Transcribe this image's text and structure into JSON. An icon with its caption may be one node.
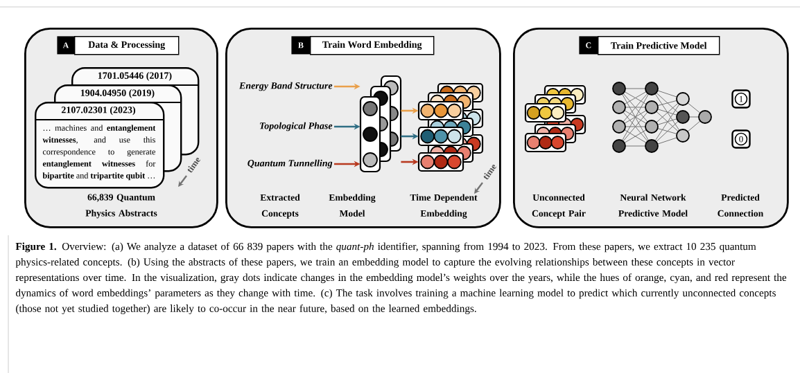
{
  "diagram": {
    "caption": "**Figure 1.** Overview: (a) We analyze a dataset of 66 839 papers with the *quant-ph* identifier, spanning from 1994 to 2023. From these papers, we extract 10 235 quantum physics-related concepts. (b) Using the abstracts of these papers, we train an embedding model to capture the evolving relationships between these concepts in vector representations over time. In the visualization, gray dots indicate changes in the embedding model’s weights over the years, while the hues of orange, cyan, and red represent the dynamics of word embeddings’ parameters as they change with time. (c) The task involves training a machine learning model to predict which currently unconnected concepts (those not yet studied together) are likely to co-occur in the near future, based on the learned embeddings.",
    "nodes": [
      {
        "text": [
          "A",
          "Data & Processing"
        ]
      },
      {
        "text": [
          "1701.05446 (2017)"
        ],
        "in": 0
      },
      {
        "text": [
          "1904.04950 (2019)"
        ],
        "in": 0
      },
      {
        "text": [
          "2107.02301 (2023)",
          "… machines and **entanglement witnesses**, and use this correspondence to generate **entanglement witnesses** for **bipartite** and **tripartite qubit** …"
        ],
        "in": 0
      },
      {
        "text": [
          "B",
          "Train Word Embedding"
        ]
      },
      {
        "text": [
          "Energy Band Structure"
        ],
        "in": 4
      },
      {
        "text": [
          "Topological Phase"
        ],
        "in": 4
      },
      {
        "text": [
          "Quantum Tunnelling"
        ],
        "in": 4
      },
      {
        "text": [],
        "shape": "picture",
        "in": 4
      },
      {
        "text": [],
        "shape": "picture",
        "in": 4
      },
      {
        "text": [
          "C",
          "Train Predictive Model"
        ]
      },
      {
        "text": [],
        "shape": "picture",
        "in": 10
      },
      {
        "text": [],
        "shape": "picture",
        "in": 10
      },
      {
        "text": [
          "1"
        ],
        "in": 10
      },
      {
        "text": [
          "0"
        ],
        "in": 10
      }
    ],
    "edges": [
      {
        "from": 5,
        "to": 8,
        "arrow": "to",
        "color": "#e9a04b"
      },
      {
        "from": 6,
        "to": 8,
        "arrow": "to",
        "color": "#2f6e84"
      },
      {
        "from": 7,
        "to": 8,
        "arrow": "to",
        "color": "#b8391f"
      },
      {
        "from": 8,
        "to": 9,
        "arrow": "to",
        "color": "#e9a04b"
      },
      {
        "from": 8,
        "to": 9,
        "arrow": "to",
        "color": "#2f6e84"
      },
      {
        "from": 8,
        "to": 9,
        "arrow": "to",
        "color": "#b8391f"
      }
    ],
    "labels": [
      "time",
      "66,839 Quantum Physics Abstracts",
      "time",
      "Extracted Concepts",
      "Embedding Model",
      "Time Dependent Embedding",
      "Unconnected Concept Pair",
      "Neural Network Predictive Model",
      "Predicted Connection"
    ]
  }
}
